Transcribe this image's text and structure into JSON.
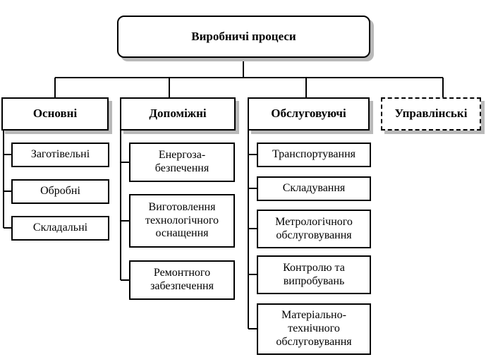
{
  "root": {
    "label": "Виробничі процеси"
  },
  "categories": [
    {
      "label": "Основні",
      "items": [
        "Заготівельні",
        "Обробні",
        "Складальні"
      ]
    },
    {
      "label": "Допоміжні",
      "items": [
        "Енергоза-\nбезпечення",
        "Виготовлення\nтехнологічного\nоснащення",
        "Ремонтного\nзабезпечення"
      ]
    },
    {
      "label": "Обслуговуючі",
      "items": [
        "Транспортування",
        "Складування",
        "Метрологічного\nобслуговування",
        "Контролю та\nвипробувань",
        "Матеріально-\nтехнічного\nобслуговування"
      ]
    },
    {
      "label": "Управлінські",
      "items": [],
      "style": "dashed"
    }
  ],
  "colors": {
    "line": "#000000",
    "shadow": "#b9b9b9",
    "box_fill": "#ffffff"
  }
}
